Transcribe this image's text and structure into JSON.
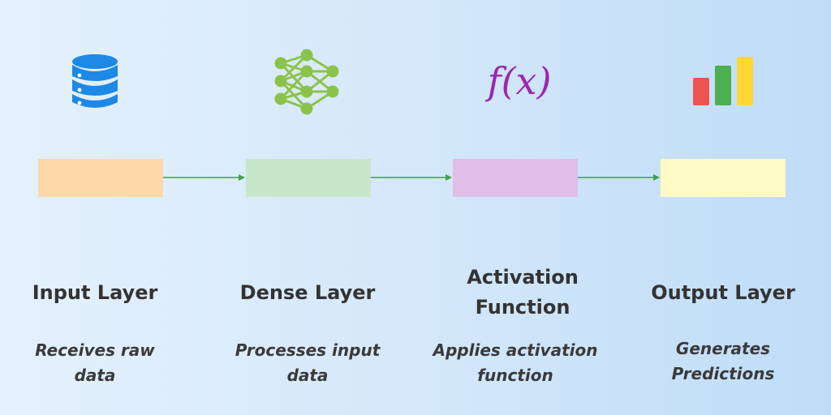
{
  "icon_label": "f(x)",
  "layers": [
    {
      "title_lines": [
        "Input Layer"
      ],
      "desc_lines": [
        "Receives raw",
        "data"
      ],
      "icon": "database-icon",
      "box_color": "#fdd8a8"
    },
    {
      "title_lines": [
        "Dense Layer"
      ],
      "desc_lines": [
        "Processes input",
        "data"
      ],
      "icon": "neural-network-icon",
      "box_color": "#c8e6c9"
    },
    {
      "title_lines": [
        "Activation",
        "Function"
      ],
      "desc_lines": [
        "Applies activation",
        "function"
      ],
      "icon": "function-icon",
      "box_color": "#e1bee7"
    },
    {
      "title_lines": [
        "Output Layer"
      ],
      "desc_lines": [
        "Generates",
        "Predictions"
      ],
      "icon": "bar-chart-icon",
      "box_color": "#fff9c4"
    }
  ],
  "colors": {
    "arrow": "#43a047",
    "database": "#1e88e5",
    "network": "#8bc34a",
    "function": "#9c27b0",
    "bar_red": "#ef5350",
    "bar_green": "#4caf50",
    "bar_yellow": "#fdd835"
  }
}
